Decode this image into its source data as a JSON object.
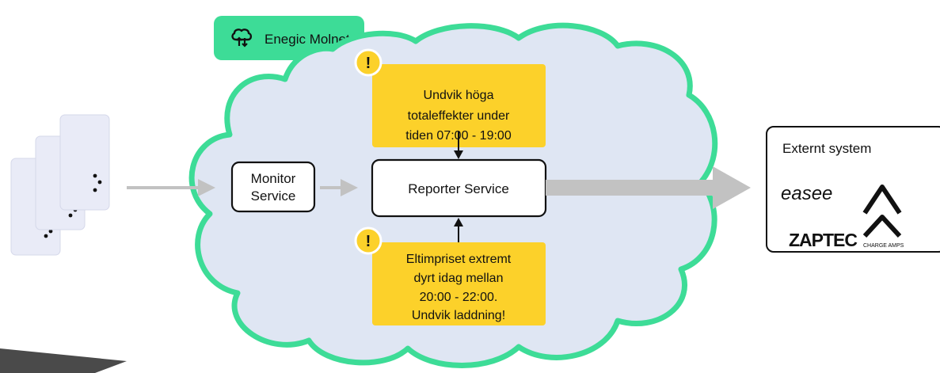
{
  "cloud": {
    "tab_label": "Enegic Molnet",
    "tab_icon": "cloud-sync-icon",
    "fill_color": "#dfe6f3",
    "border_color": "#3ddc97"
  },
  "devices": {
    "icon": "meter-device-icon",
    "card_color": "#e8eaf6"
  },
  "monitor_service": {
    "line1": "Monitor",
    "line2": "Service"
  },
  "reporter_service": {
    "label": "Reporter Service"
  },
  "alert_top": {
    "icon": "exclamation-icon",
    "line1": "Undvik höga",
    "line2": "totaleffekter under",
    "line3": "tiden 07:00 - 19:00",
    "color": "#fcd12a"
  },
  "alert_bottom": {
    "icon": "exclamation-icon",
    "line1": "Eltimpriset extremt",
    "line2": "dyrt idag mellan",
    "line3": "20:00 - 22:00.",
    "line4": "Undvik laddning!",
    "color": "#fcd12a"
  },
  "external_system": {
    "title": "Externt system",
    "logos": [
      {
        "name": "easee",
        "text": "easee"
      },
      {
        "name": "zaptec",
        "text": "ZAPTEC"
      },
      {
        "name": "charge-amps",
        "text": "CHARGE AMPS"
      }
    ]
  }
}
